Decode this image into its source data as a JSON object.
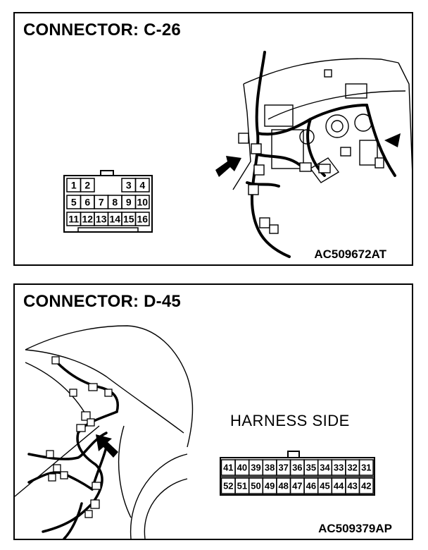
{
  "connector_c26": {
    "title": "CONNECTOR: C-26",
    "code": "AC509672AT",
    "row1_pins": [
      "1",
      "2",
      "",
      "",
      "3",
      "4"
    ],
    "row2_pins": [
      "5",
      "6",
      "7",
      "8",
      "9",
      "10"
    ],
    "row3_pins": [
      "11",
      "12",
      "13",
      "14",
      "15",
      "16"
    ]
  },
  "connector_d45": {
    "title": "CONNECTOR: D-45",
    "harness_label": "HARNESS SIDE",
    "code": "AC509379AP",
    "row1_pins": [
      "41",
      "40",
      "39",
      "38",
      "37",
      "36",
      "35",
      "34",
      "33",
      "32",
      "31"
    ],
    "row2_pins": [
      "52",
      "51",
      "50",
      "49",
      "48",
      "47",
      "46",
      "45",
      "44",
      "43",
      "42"
    ]
  }
}
